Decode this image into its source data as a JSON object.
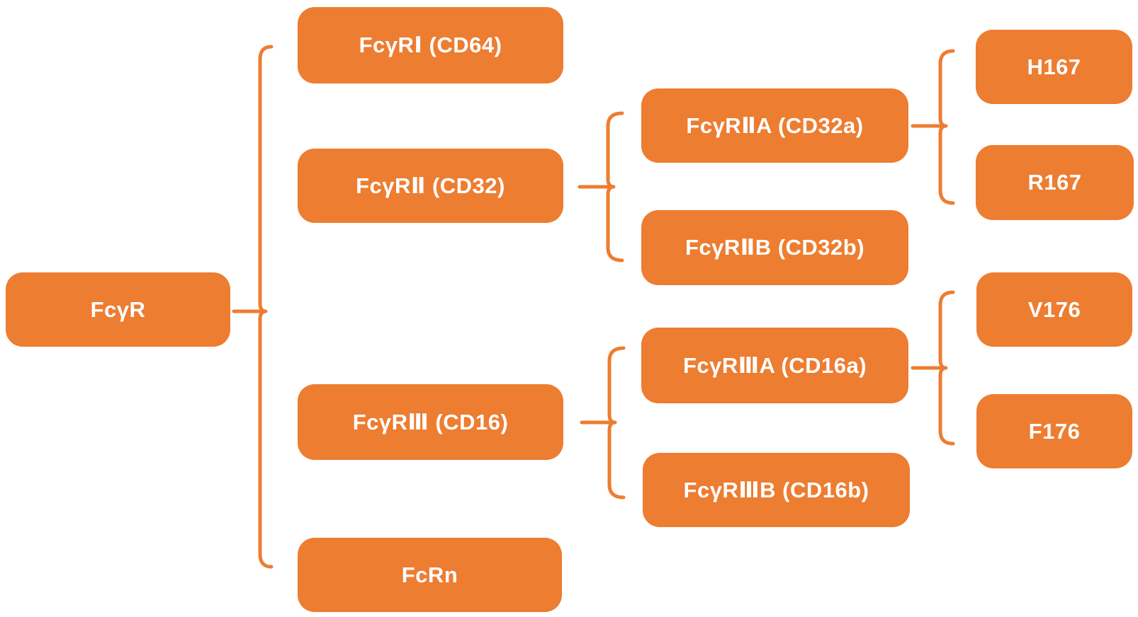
{
  "colors": {
    "accent": "#ED7D31",
    "node_text": "#FFFFFF",
    "background": "#FFFFFF"
  },
  "diagram": {
    "type": "tree",
    "direction": "left-to-right",
    "connector_style": "orange-bracket"
  },
  "boxes": {
    "fcgr": {
      "label": "FcγR"
    },
    "fcgr1": {
      "label": "FcγRⅠ (CD64)"
    },
    "fcgr2": {
      "label": "FcγRⅡ (CD32)"
    },
    "fcgr3": {
      "label": "FcγRⅢ (CD16)"
    },
    "fcrn": {
      "label": "FcRn"
    },
    "fcgr2a": {
      "label": "FcγRⅡA (CD32a)"
    },
    "fcgr2b": {
      "label": "FcγRⅡB (CD32b)"
    },
    "fcgr3a": {
      "label": "FcγRⅢA (CD16a)"
    },
    "fcgr3b": {
      "label": "FcγRⅢB (CD16b)"
    },
    "h167": {
      "label": "H167"
    },
    "r167": {
      "label": "R167"
    },
    "v176": {
      "label": "V176"
    },
    "f176": {
      "label": "F176"
    }
  },
  "hierarchy": [
    {
      "parent": "FcγR",
      "children": [
        "FcγRⅠ (CD64)",
        "FcγRⅡ (CD32)",
        "FcγRⅢ (CD16)",
        "FcRn"
      ]
    },
    {
      "parent": "FcγRⅡ (CD32)",
      "children": [
        "FcγRⅡA (CD32a)",
        "FcγRⅡB (CD32b)"
      ]
    },
    {
      "parent": "FcγRⅢ (CD16)",
      "children": [
        "FcγRⅢA (CD16a)",
        "FcγRⅢB (CD16b)"
      ]
    },
    {
      "parent": "FcγRⅡA (CD32a)",
      "children": [
        "H167",
        "R167"
      ]
    },
    {
      "parent": "FcγRⅢA (CD16a)",
      "children": [
        "V176",
        "F176"
      ]
    }
  ]
}
